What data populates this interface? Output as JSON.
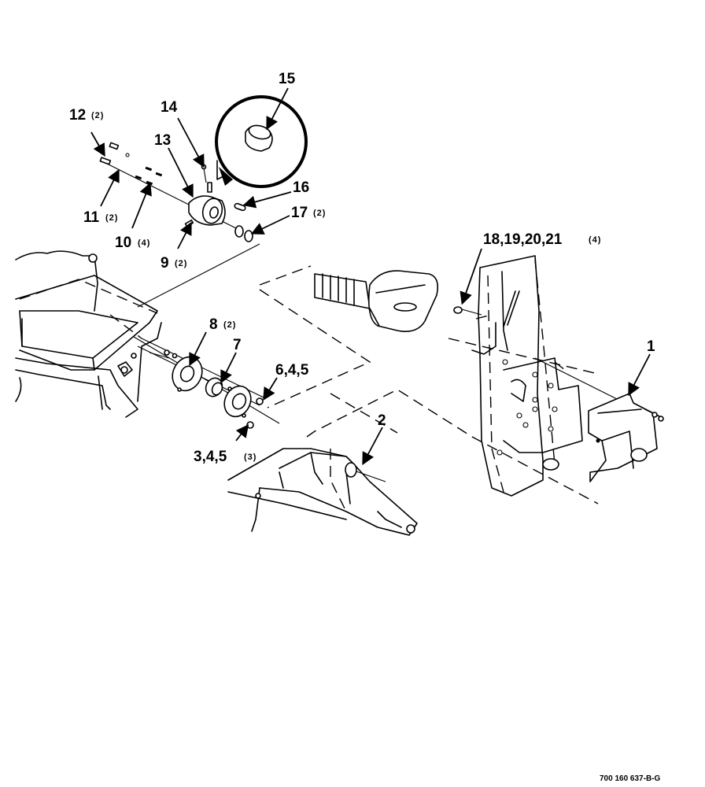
{
  "callouts": {
    "c1": {
      "num": "1",
      "qty": ""
    },
    "c2": {
      "num": "2",
      "qty": ""
    },
    "c3": {
      "num": "3,4,5",
      "qty": "(3)"
    },
    "c6": {
      "num": "6,4,5",
      "qty": ""
    },
    "c7": {
      "num": "7",
      "qty": ""
    },
    "c8": {
      "num": "8",
      "qty": "(2)"
    },
    "c9": {
      "num": "9",
      "qty": "(2)"
    },
    "c10": {
      "num": "10",
      "qty": "(4)"
    },
    "c11": {
      "num": "11",
      "qty": "(2)"
    },
    "c12": {
      "num": "12",
      "qty": "(2)"
    },
    "c13": {
      "num": "13",
      "qty": ""
    },
    "c14": {
      "num": "14",
      "qty": ""
    },
    "c15": {
      "num": "15",
      "qty": ""
    },
    "c16": {
      "num": "16",
      "qty": ""
    },
    "c17": {
      "num": "17",
      "qty": "(2)"
    },
    "c18": {
      "num": "18,19,20,21",
      "qty": "(4)"
    }
  },
  "document_number": "700 160 637-B-G"
}
